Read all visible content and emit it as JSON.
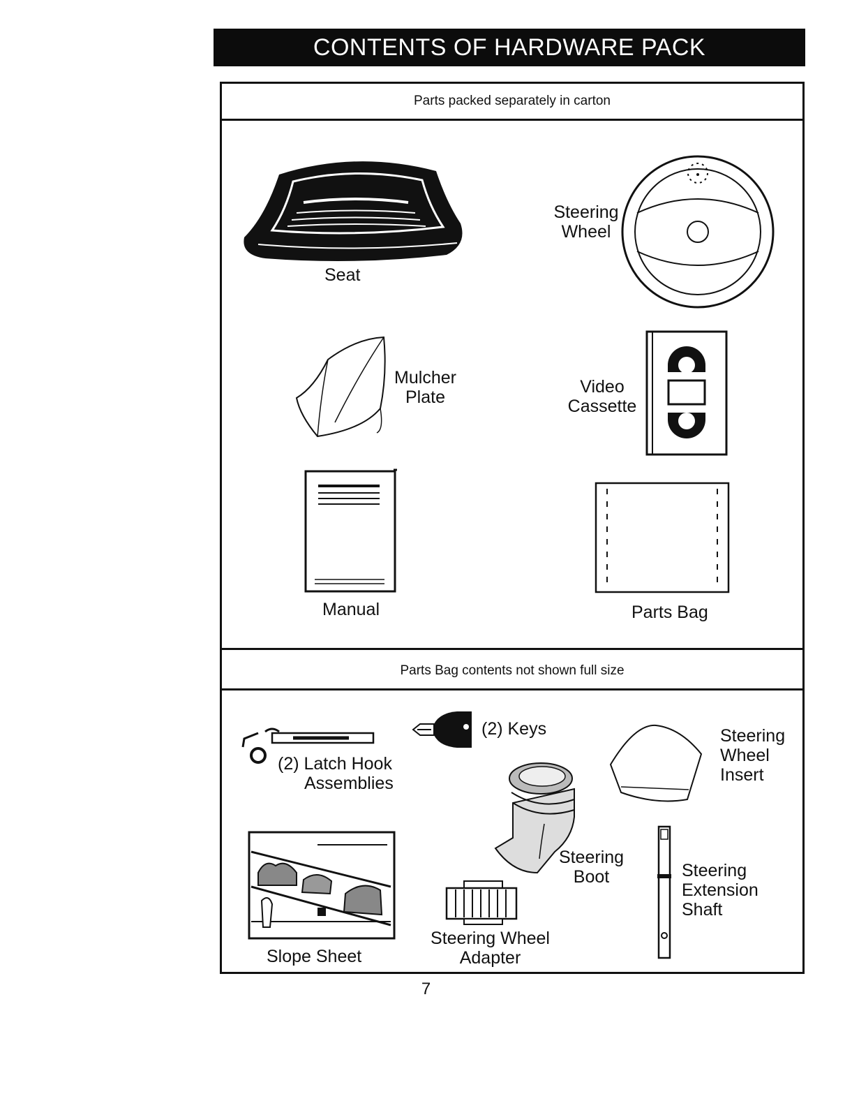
{
  "title": "CONTENTS OF HARDWARE PACK",
  "section1": {
    "header": "Parts packed separately in carton",
    "items": {
      "seat": "Seat",
      "steering_wheel": [
        "Steering",
        "Wheel"
      ],
      "mulcher_plate": [
        "Mulcher",
        "Plate"
      ],
      "video_cassette": [
        "Video",
        "Cassette"
      ],
      "manual": "Manual",
      "parts_bag": "Parts Bag"
    }
  },
  "section2": {
    "header": "Parts Bag contents not shown full size",
    "items": {
      "latch_hook": [
        "(2) Latch Hook",
        "Assemblies"
      ],
      "keys": "(2) Keys",
      "steering_wheel_insert": [
        "Steering",
        "Wheel",
        "Insert"
      ],
      "slope_sheet": "Slope Sheet",
      "steering_boot": [
        "Steering",
        "Boot"
      ],
      "steering_wheel_adapter": [
        "Steering Wheel",
        "Adapter"
      ],
      "steering_extension_shaft": [
        "Steering",
        "Extension",
        "Shaft"
      ]
    }
  },
  "page_number": "7"
}
